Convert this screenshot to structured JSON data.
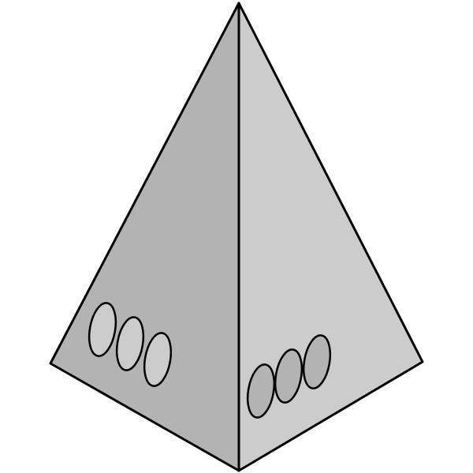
{
  "figure": {
    "shape": "square-pyramid",
    "background": "#ffffff",
    "outline_color": "#000000",
    "faces": [
      {
        "name": "left-face",
        "fill": "#b3b3b3"
      },
      {
        "name": "right-face",
        "fill": "#cccccc"
      }
    ],
    "marks": [
      {
        "face": "left-face",
        "count": 3,
        "fills": [
          "#cccccc",
          "#cccccc",
          "#cccccc"
        ]
      },
      {
        "face": "right-face",
        "count": 3,
        "fills": [
          "#b3b3b3",
          "#b3b3b3",
          "#b3b3b3"
        ]
      }
    ]
  }
}
